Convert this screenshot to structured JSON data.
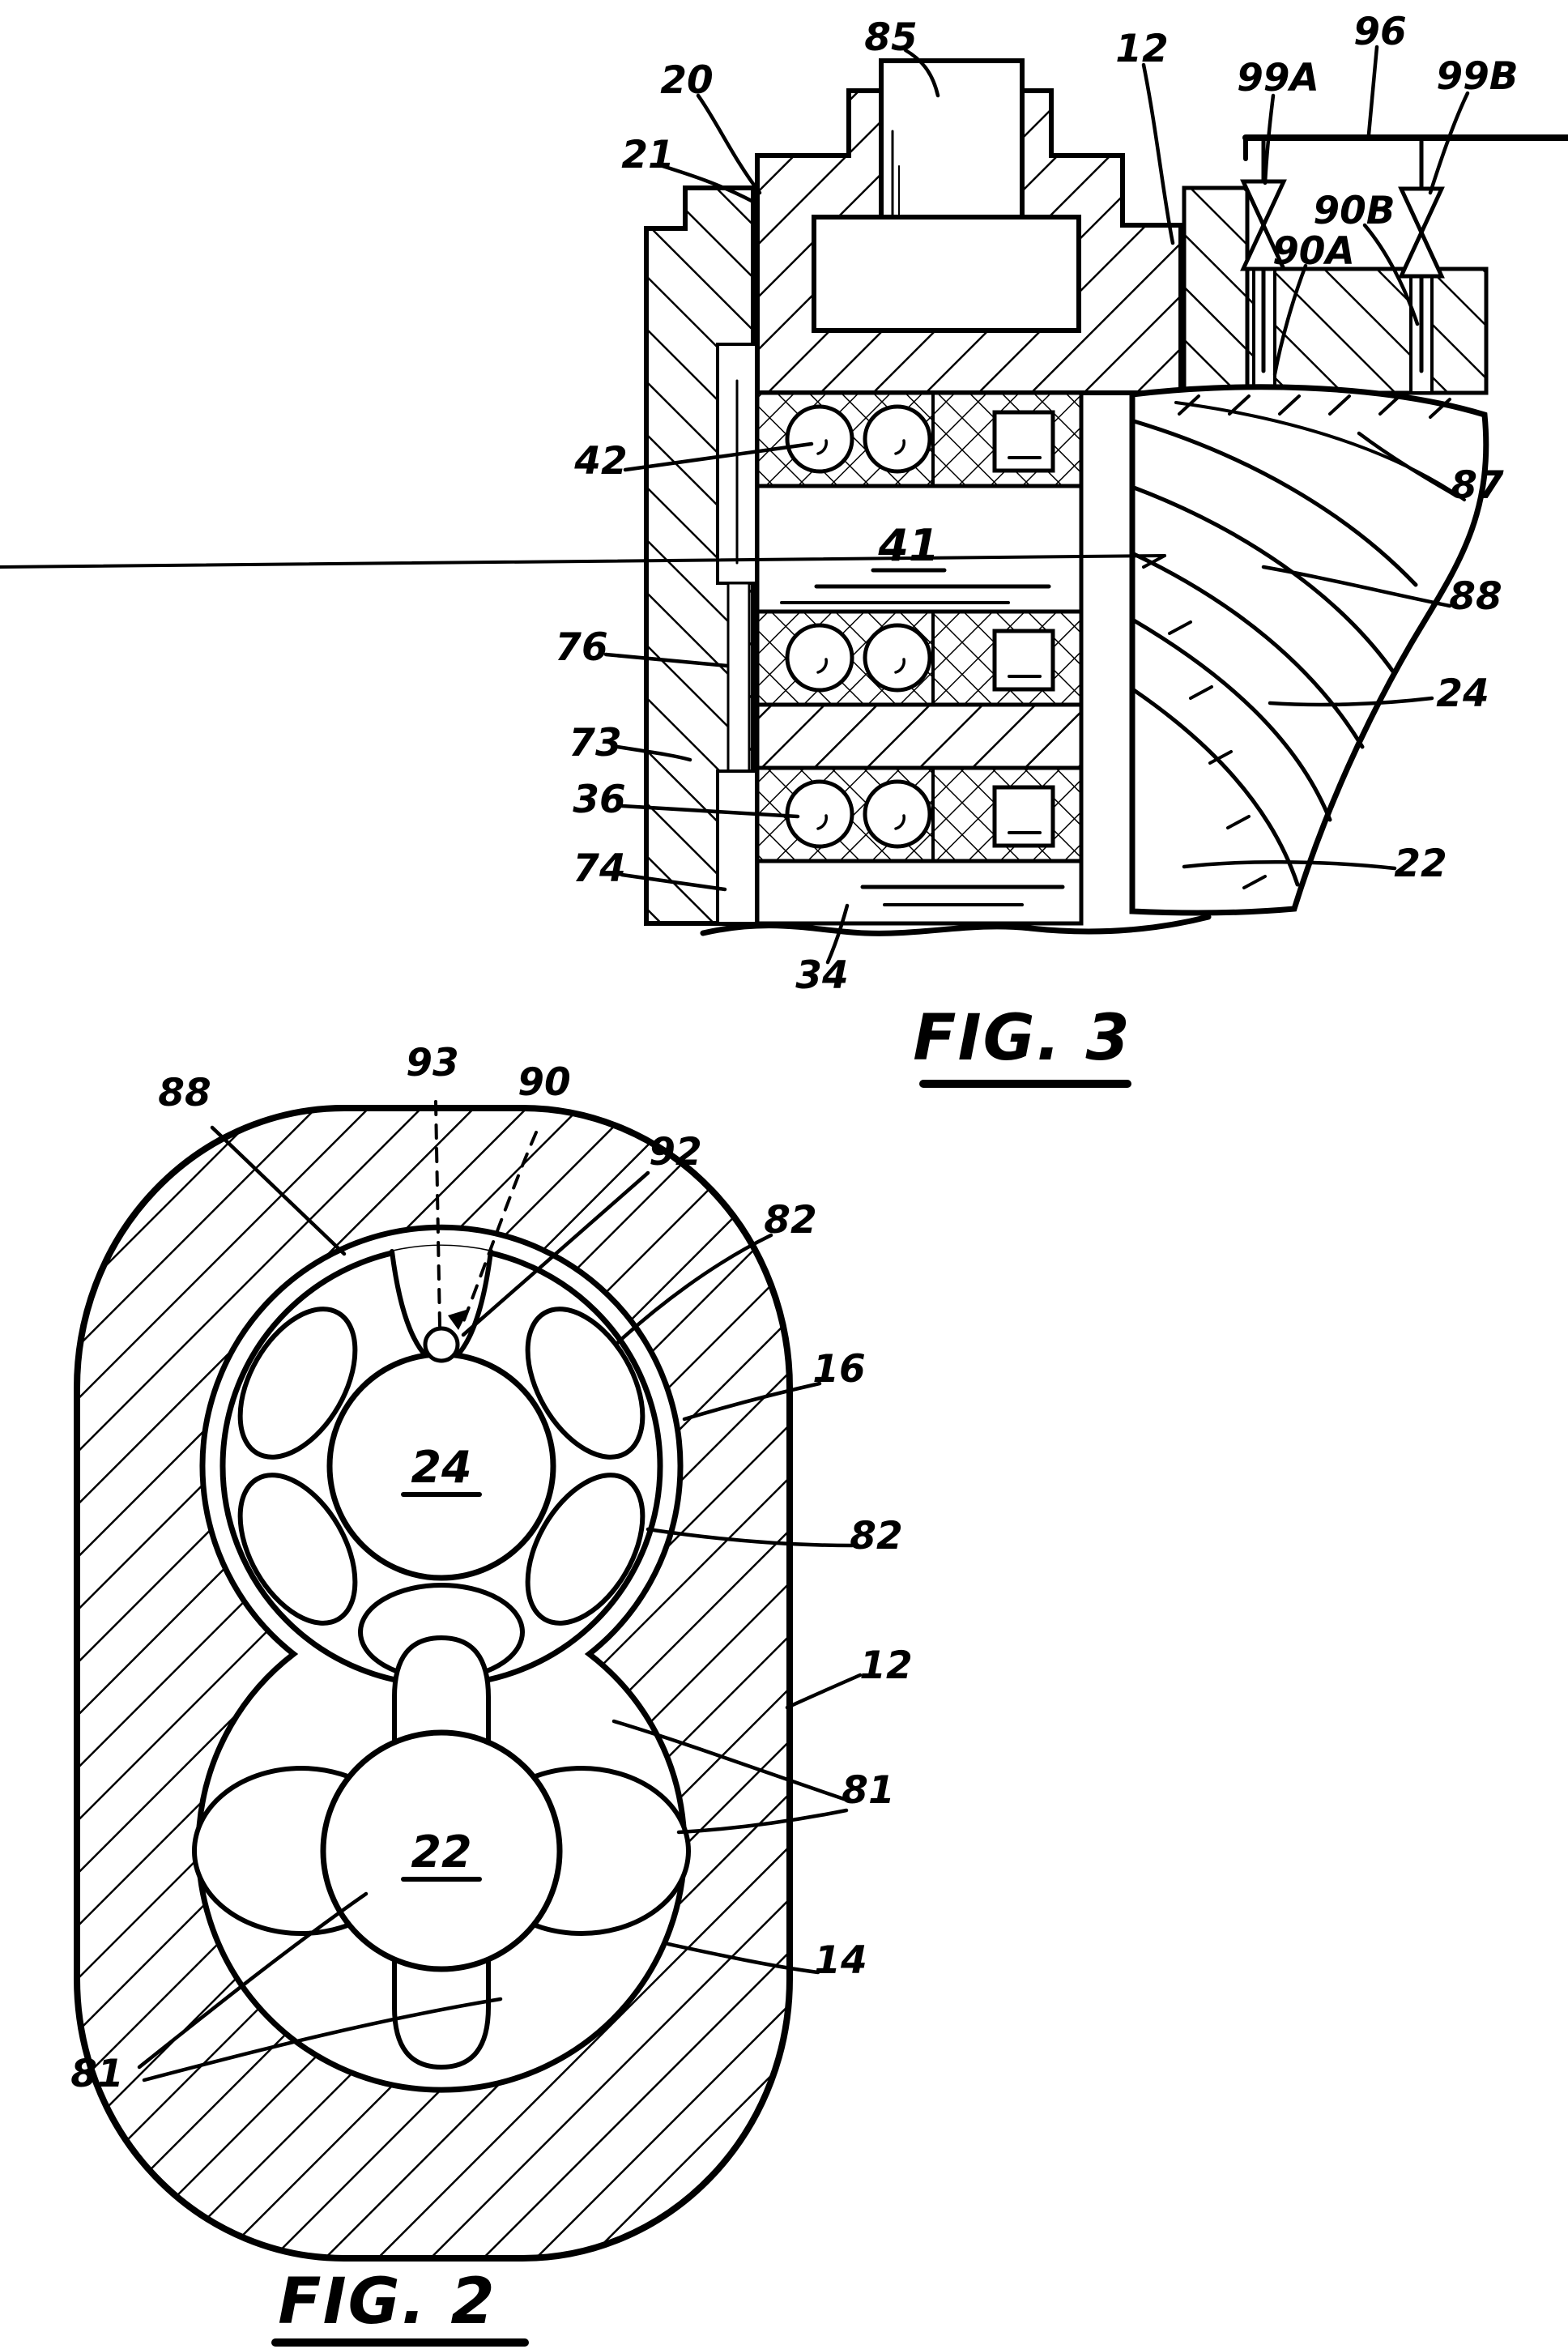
{
  "colors": {
    "ink": "#000000",
    "background": "#ffffff"
  },
  "fig3": {
    "caption": "FIG. 3",
    "labels": [
      {
        "id": "20",
        "text": "20"
      },
      {
        "id": "21",
        "text": "21"
      },
      {
        "id": "85",
        "text": "85"
      },
      {
        "id": "12",
        "text": "12"
      },
      {
        "id": "96",
        "text": "96"
      },
      {
        "id": "99A",
        "text": "99A"
      },
      {
        "id": "99B",
        "text": "99B"
      },
      {
        "id": "90B",
        "text": "90B"
      },
      {
        "id": "90A",
        "text": "90A"
      },
      {
        "id": "42",
        "text": "42"
      },
      {
        "id": "41",
        "text": "41"
      },
      {
        "id": "76",
        "text": "76"
      },
      {
        "id": "73",
        "text": "73"
      },
      {
        "id": "36",
        "text": "36"
      },
      {
        "id": "74",
        "text": "74"
      },
      {
        "id": "34",
        "text": "34"
      },
      {
        "id": "87",
        "text": "87"
      },
      {
        "id": "88",
        "text": "88"
      },
      {
        "id": "24",
        "text": "24"
      },
      {
        "id": "22",
        "text": "22"
      }
    ]
  },
  "fig2": {
    "caption": "FIG. 2",
    "labels": [
      {
        "id": "88",
        "text": "88"
      },
      {
        "id": "93",
        "text": "93"
      },
      {
        "id": "90",
        "text": "90"
      },
      {
        "id": "92",
        "text": "92"
      },
      {
        "id": "82-upper",
        "text": "82"
      },
      {
        "id": "16",
        "text": "16"
      },
      {
        "id": "82-right",
        "text": "82"
      },
      {
        "id": "12",
        "text": "12"
      },
      {
        "id": "81-right",
        "text": "81"
      },
      {
        "id": "14",
        "text": "14"
      },
      {
        "id": "81-lower",
        "text": "81"
      },
      {
        "id": "rotor-24",
        "text": "24"
      },
      {
        "id": "rotor-22",
        "text": "22"
      }
    ]
  }
}
